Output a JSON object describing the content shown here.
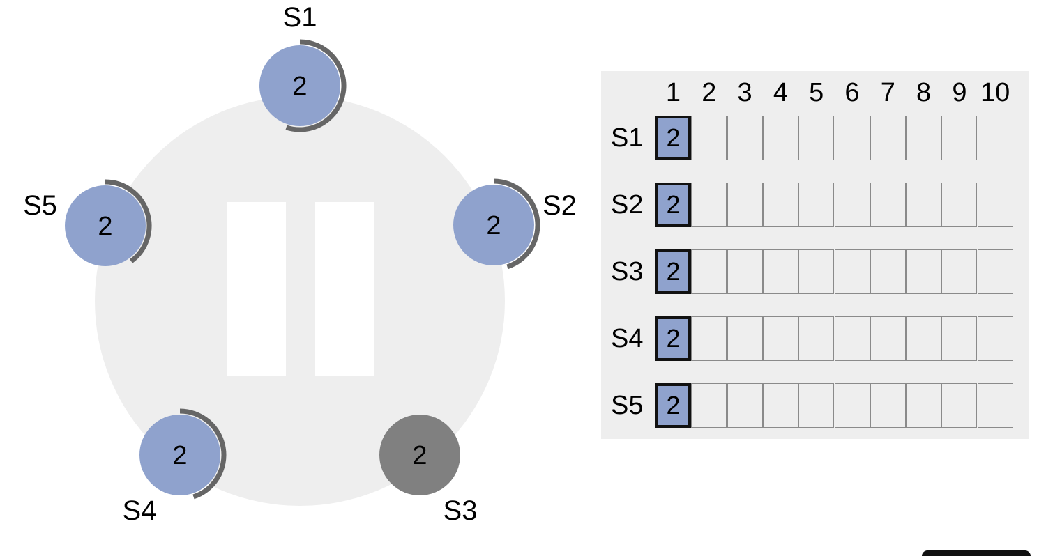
{
  "cluster": {
    "servers": [
      {
        "id": "S1",
        "label": "S1",
        "term": "2",
        "state": "follower",
        "timeout_progress": 0.55
      },
      {
        "id": "S2",
        "label": "S2",
        "term": "2",
        "state": "follower",
        "timeout_progress": 0.45
      },
      {
        "id": "S3",
        "label": "S3",
        "term": "2",
        "state": "stopped",
        "timeout_progress": 0
      },
      {
        "id": "S4",
        "label": "S4",
        "term": "2",
        "state": "follower",
        "timeout_progress": 0.45
      },
      {
        "id": "S5",
        "label": "S5",
        "term": "2",
        "state": "follower",
        "timeout_progress": 0.4
      }
    ],
    "paused": true
  },
  "log_table": {
    "indices": [
      "1",
      "2",
      "3",
      "4",
      "5",
      "6",
      "7",
      "8",
      "9",
      "10"
    ],
    "rows": [
      {
        "server": "S1",
        "entries": [
          "2"
        ]
      },
      {
        "server": "S2",
        "entries": [
          "2"
        ]
      },
      {
        "server": "S3",
        "entries": [
          "2"
        ]
      },
      {
        "server": "S4",
        "entries": [
          "2"
        ]
      },
      {
        "server": "S5",
        "entries": [
          "2"
        ]
      }
    ]
  },
  "colors": {
    "follower_fill": "#8fa2cd",
    "stopped_fill": "#808080",
    "timer_arc": "#666666",
    "ring_bg": "#eeeeee",
    "pause_bars": "#ffffff",
    "cell_border": "#8a8a8a"
  }
}
